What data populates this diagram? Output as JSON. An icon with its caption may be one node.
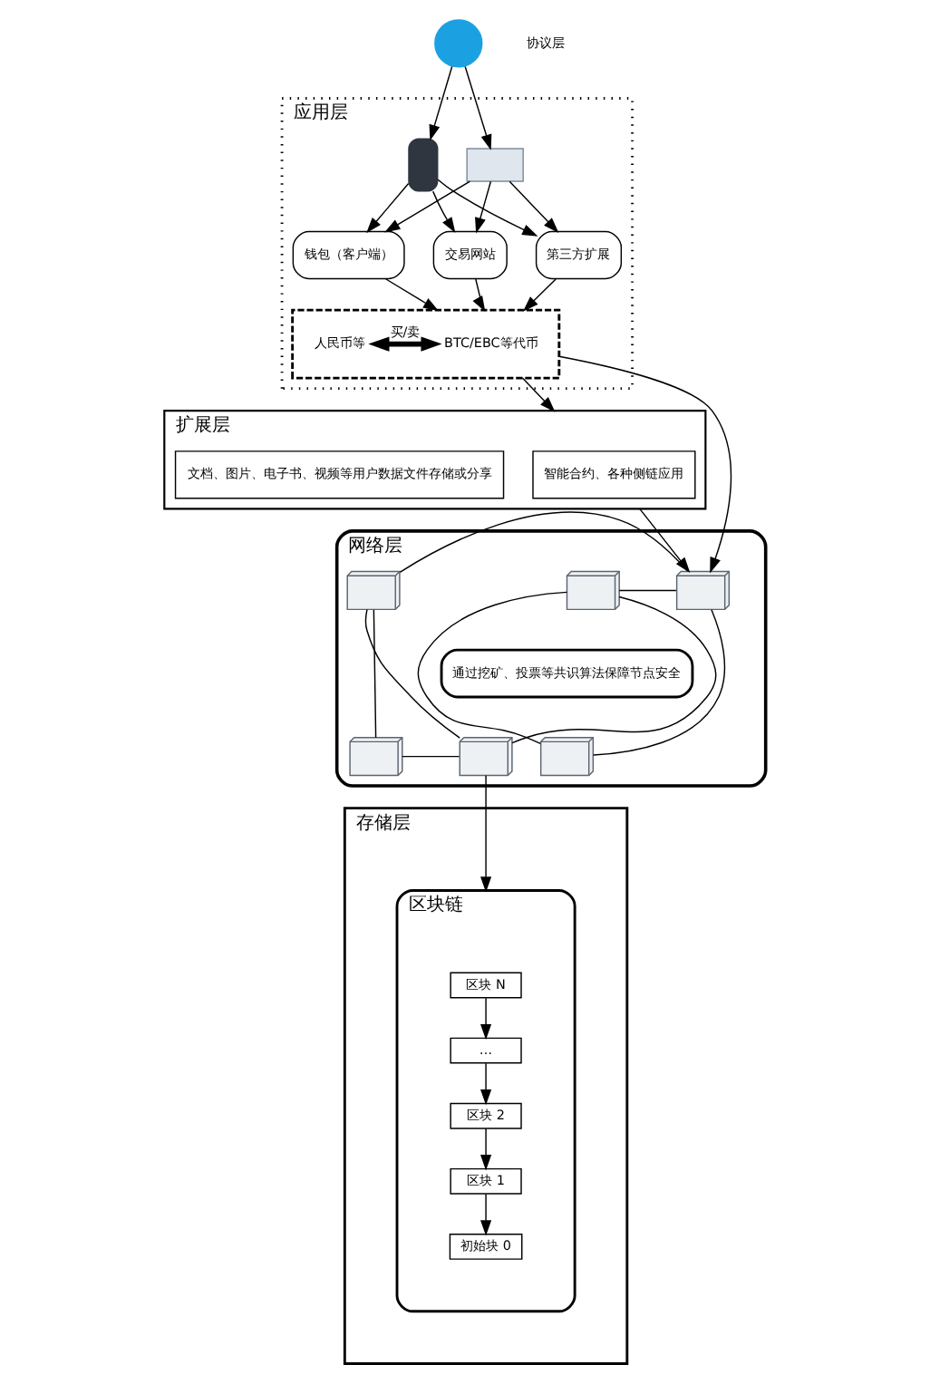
{
  "diagram": {
    "nodes": [
      {
        "text": [],
        "shape": "person"
      },
      {
        "text": [
          "应用层"
        ]
      },
      {
        "text": [],
        "shape": "phone",
        "in": 1
      },
      {
        "text": [
          "钱包（客户端）"
        ],
        "in": 1
      },
      {
        "text": [
          "交易网站"
        ],
        "in": 1
      },
      {
        "text": [
          "第三方扩展"
        ],
        "in": 1
      },
      {
        "text": [],
        "shape": "laptop",
        "in": 1
      },
      {
        "text": [],
        "shape": "box",
        "in": 1
      },
      {
        "text": [
          "BTC/EBC等代币"
        ],
        "in": 7
      },
      {
        "text": [
          "人民币等"
        ],
        "in": 7
      },
      {
        "text": [
          "扩展层"
        ]
      },
      {
        "text": [
          "智能合约、各种侧链应用"
        ],
        "in": 10
      },
      {
        "text": [
          "文档、图片、电子书、视频等用户数据文件存储或分享"
        ],
        "in": 10
      },
      {
        "text": [
          "网络层"
        ]
      },
      {
        "text": [],
        "shape": "computer",
        "in": 13
      },
      {
        "text": [],
        "shape": "computer",
        "in": 13
      },
      {
        "text": [],
        "shape": "computer",
        "in": 13
      },
      {
        "text": [
          "通过挖矿、投票等共识算法保障节点安全"
        ],
        "in": 13
      },
      {
        "text": [],
        "shape": "computer",
        "in": 13
      },
      {
        "text": [],
        "shape": "computer",
        "in": 13
      },
      {
        "text": [],
        "shape": "computer",
        "in": 13
      },
      {
        "text": [
          "存储层"
        ]
      },
      {
        "text": [
          "区块链"
        ],
        "in": 21
      },
      {
        "text": [
          "区块 N"
        ],
        "in": 22
      },
      {
        "text": [
          "…"
        ],
        "in": 22
      },
      {
        "text": [
          "区块 2"
        ],
        "in": 22
      },
      {
        "text": [
          "区块 1"
        ],
        "in": 22
      },
      {
        "text": [
          "初始块 0"
        ],
        "in": 22
      }
    ],
    "edges": [
      {
        "from": 0,
        "to": 2,
        "arrow": "to"
      },
      {
        "from": 0,
        "to": 6,
        "arrow": "to"
      },
      {
        "from": 2,
        "to": 3,
        "arrow": "to"
      },
      {
        "from": 2,
        "to": 4,
        "arrow": "to"
      },
      {
        "from": 2,
        "to": 5,
        "arrow": "to"
      },
      {
        "from": 6,
        "to": 3,
        "arrow": "to"
      },
      {
        "from": 6,
        "to": 4,
        "arrow": "to"
      },
      {
        "from": 6,
        "to": 5,
        "arrow": "to"
      },
      {
        "from": 3,
        "to": 7,
        "arrow": "to"
      },
      {
        "from": 4,
        "to": 7,
        "arrow": "to"
      },
      {
        "from": 5,
        "to": 7,
        "arrow": "to"
      },
      {
        "from": 8,
        "to": 9,
        "arrow": "both",
        "label": "买/卖",
        "style": "thick"
      },
      {
        "from": 7,
        "to": 10,
        "arrow": "to"
      },
      {
        "from": 7,
        "to": 14,
        "arrow": "to"
      },
      {
        "from": 10,
        "to": 14,
        "arrow": "to"
      },
      {
        "from": 15,
        "to": 14,
        "arrow": "none"
      },
      {
        "from": 14,
        "to": 16,
        "arrow": "none"
      },
      {
        "from": 15,
        "to": 18,
        "arrow": "none"
      },
      {
        "from": 14,
        "to": 18,
        "arrow": "none"
      },
      {
        "from": 15,
        "to": 19,
        "arrow": "none"
      },
      {
        "from": 19,
        "to": 16,
        "arrow": "none"
      },
      {
        "from": 19,
        "to": 20,
        "arrow": "none"
      },
      {
        "from": 20,
        "to": 16,
        "arrow": "none"
      },
      {
        "from": 19,
        "to": 22,
        "arrow": "to"
      },
      {
        "from": 23,
        "to": 24,
        "arrow": "to"
      },
      {
        "from": 24,
        "to": 25,
        "arrow": "to"
      },
      {
        "from": 25,
        "to": 26,
        "arrow": "to"
      },
      {
        "from": 26,
        "to": 27,
        "arrow": "to"
      }
    ],
    "labels": [
      "协议层"
    ]
  }
}
